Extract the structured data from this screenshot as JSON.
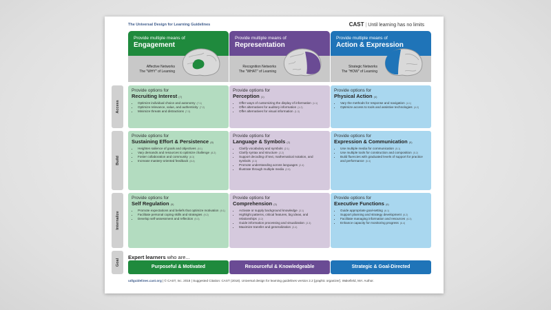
{
  "header": {
    "title": "The Universal Design for Learning Guidelines",
    "brand": "CAST",
    "tagline": "Until learning has no limits"
  },
  "columns": [
    {
      "prefix": "Provide multiple means of",
      "title": "Engagement",
      "network": "Affective Networks",
      "network_sub": "The \"WHY\" of Learning",
      "color": "#1f8a3d"
    },
    {
      "prefix": "Provide multiple means of",
      "title": "Representation",
      "network": "Recognition Networks",
      "network_sub": "The \"WHAT\" of Learning",
      "color": "#6a4b94"
    },
    {
      "prefix": "Provide multiple means of",
      "title": "Action & Expression",
      "network": "Strategic Networks",
      "network_sub": "The \"HOW\" of Learning",
      "color": "#1f74b8"
    }
  ],
  "rows": [
    "Access",
    "Build",
    "Internalize"
  ],
  "goal_label": "Goal",
  "cell_prefix": "Provide options for",
  "cells": [
    [
      {
        "title": "Recruiting Interest",
        "code": "(7)",
        "items": [
          {
            "text": "Optimize individual choice and autonomy",
            "code": "(7.1)"
          },
          {
            "text": "Optimize relevance, value, and authenticity",
            "code": "(7.2)"
          },
          {
            "text": "Minimize threats and distractions",
            "code": "(7.3)"
          }
        ]
      },
      {
        "title": "Perception",
        "code": "(1)",
        "items": [
          {
            "text": "Offer ways of customizing the display of information",
            "code": "(1.1)"
          },
          {
            "text": "Offer alternatives for auditory information",
            "code": "(1.2)"
          },
          {
            "text": "Offer alternatives for visual information",
            "code": "(1.3)"
          }
        ]
      },
      {
        "title": "Physical Action",
        "code": "(4)",
        "items": [
          {
            "text": "Vary the methods for response and navigation",
            "code": "(4.1)"
          },
          {
            "text": "Optimize access to tools and assistive technologies",
            "code": "(4.2)"
          }
        ]
      }
    ],
    [
      {
        "title": "Sustaining Effort & Persistence",
        "code": "(8)",
        "items": [
          {
            "text": "Heighten salience of goals and objectives",
            "code": "(8.1)"
          },
          {
            "text": "Vary demands and resources to optimize challenge",
            "code": "(8.2)"
          },
          {
            "text": "Foster collaboration and community",
            "code": "(8.3)"
          },
          {
            "text": "Increase mastery-oriented feedback",
            "code": "(8.4)"
          }
        ]
      },
      {
        "title": "Language & Symbols",
        "code": "(2)",
        "items": [
          {
            "text": "Clarify vocabulary and symbols",
            "code": "(2.1)"
          },
          {
            "text": "Clarify syntax and structure",
            "code": "(2.2)"
          },
          {
            "text": "Support decoding of text, mathematical notation, and symbols",
            "code": "(2.3)"
          },
          {
            "text": "Promote understanding across languages",
            "code": "(2.4)"
          },
          {
            "text": "Illustrate through multiple media",
            "code": "(2.5)"
          }
        ]
      },
      {
        "title": "Expression & Communication",
        "code": "(5)",
        "items": [
          {
            "text": "Use multiple media for communication",
            "code": "(5.1)"
          },
          {
            "text": "Use multiple tools for construction and composition",
            "code": "(5.2)"
          },
          {
            "text": "Build fluencies with graduated levels of support for practice and performance",
            "code": "(5.3)"
          }
        ]
      }
    ],
    [
      {
        "title": "Self Regulation",
        "code": "(9)",
        "items": [
          {
            "text": "Promote expectations and beliefs that optimize motivation",
            "code": "(9.1)"
          },
          {
            "text": "Facilitate personal coping skills and strategies",
            "code": "(9.2)"
          },
          {
            "text": "Develop self-assessment and reflection",
            "code": "(9.3)"
          }
        ]
      },
      {
        "title": "Comprehension",
        "code": "(3)",
        "items": [
          {
            "text": "Activate or supply background knowledge",
            "code": "(3.1)"
          },
          {
            "text": "Highlight patterns, critical features, big ideas, and relationships",
            "code": "(3.2)"
          },
          {
            "text": "Guide information processing and visualization",
            "code": "(3.3)"
          },
          {
            "text": "Maximize transfer and generalization",
            "code": "(3.4)"
          }
        ]
      },
      {
        "title": "Executive Functions",
        "code": "(6)",
        "items": [
          {
            "text": "Guide appropriate goal-setting",
            "code": "(6.1)"
          },
          {
            "text": "Support planning and strategy development",
            "code": "(6.2)"
          },
          {
            "text": "Facilitate managing information and resources",
            "code": "(6.3)"
          },
          {
            "text": "Enhance capacity for monitoring progress",
            "code": "(6.4)"
          }
        ]
      }
    ]
  ],
  "expert": {
    "bold": "Expert learners",
    "rest": " who are..."
  },
  "goals": [
    "Purposeful & Motivated",
    "Resourceful & Knowledgeable",
    "Strategic & Goal-Directed"
  ],
  "footer": {
    "url": "udlguidelines.cast.org",
    "text": " | © CAST, Inc. 2018 | Suggested Citation: CAST (2018). Universal design for learning guidelines version 2.2 [graphic organizer]. Wakefield, MA: Author."
  }
}
